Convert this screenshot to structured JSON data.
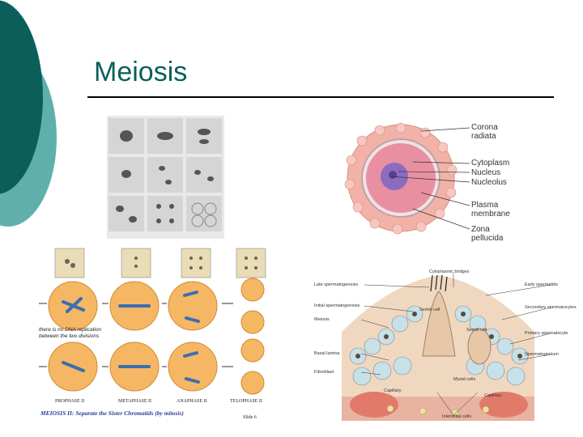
{
  "slide": {
    "title": "Meiosis"
  },
  "oocyte": {
    "labels": [
      "Corona",
      "radiata",
      "Cytoplasm",
      "Nucleus",
      "Nucleolus",
      "Plasma",
      "membrane",
      "Zona",
      "pellucida"
    ]
  },
  "mitosis_diagram": {
    "note_line1": "there is no DNA replication",
    "note_line2": "between the two divisions",
    "phases": [
      "PROPHASE II",
      "METAPHASE II",
      "ANAPHASE II",
      "TELOPHASE II"
    ],
    "caption": "MEIOSIS II: Separate the Sister Chromatids (by mitosis)",
    "slide_num": "Slide 6"
  },
  "testis": {
    "left_labels": [
      "Late spermatogenesis",
      "Initial spermatogenesis",
      "Meiosis",
      "Basal lamina",
      "Fibroblast"
    ],
    "right_labels": [
      "Early spermatids",
      "Secondary spermatocytes",
      "Primary spermatocyte",
      "Spermatogonium",
      "Capillary"
    ],
    "top_label": "Cytoplasmic bridges",
    "inner_labels": [
      "Sertoli cell",
      "Sertoli cell",
      "Myoid cells",
      "Capillary",
      "Interstitial cells"
    ]
  },
  "colors": {
    "accent": "#0b5f5a",
    "light_accent": "#5fb0ad",
    "caption_blue": "#2a3d9a"
  }
}
